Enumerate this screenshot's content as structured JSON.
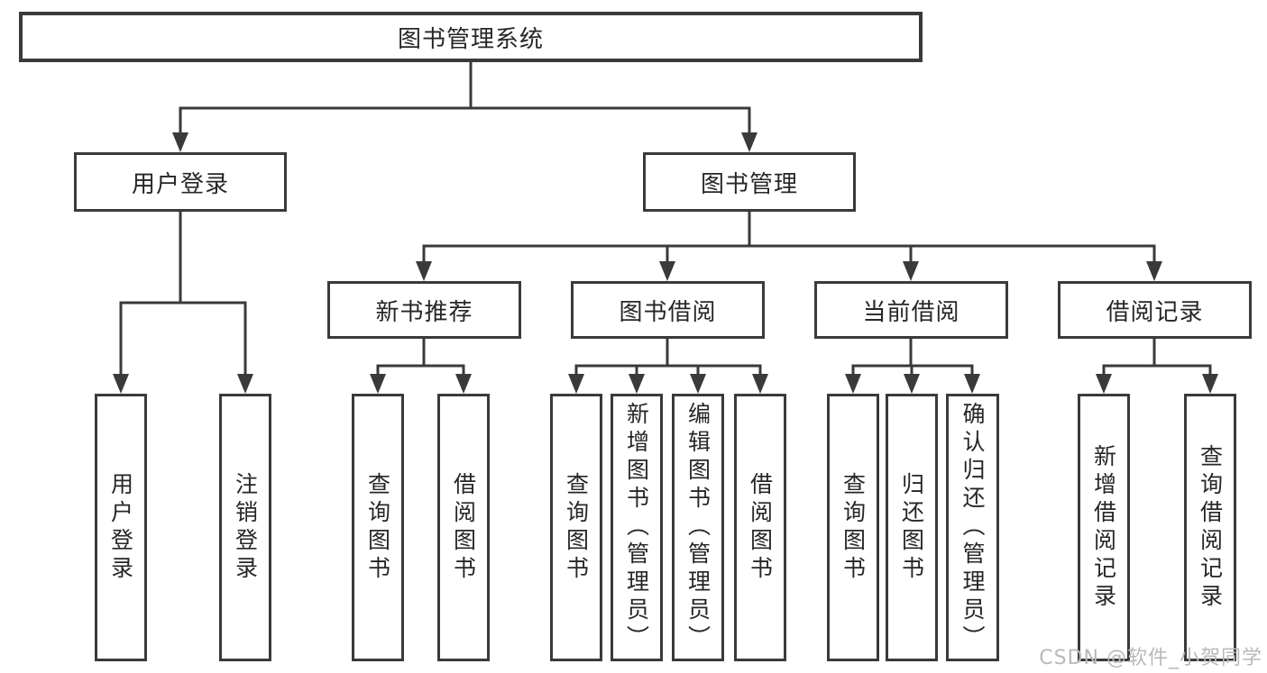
{
  "colors": {
    "line": "#3a3a3a",
    "text": "#262626",
    "watermark": "#b9b9b9",
    "background": "#ffffff"
  },
  "watermark": {
    "text": "CSDN @软件_小贺同学"
  },
  "tree": {
    "label": "图书管理系统",
    "children": [
      {
        "label": "用户登录",
        "children": [
          {
            "label": "用户登录"
          },
          {
            "label": "注销登录"
          }
        ]
      },
      {
        "label": "图书管理",
        "children": [
          {
            "label": "新书推荐",
            "children": [
              {
                "label": "查询图书"
              },
              {
                "label": "借阅图书"
              }
            ]
          },
          {
            "label": "图书借阅",
            "children": [
              {
                "label": "查询图书"
              },
              {
                "label": "新增图书（管理员）"
              },
              {
                "label": "编辑图书（管理员）"
              },
              {
                "label": "借阅图书"
              }
            ]
          },
          {
            "label": "当前借阅",
            "children": [
              {
                "label": "查询图书"
              },
              {
                "label": "归还图书"
              },
              {
                "label": "确认归还（管理员）"
              }
            ]
          },
          {
            "label": "借阅记录",
            "children": [
              {
                "label": "新增借阅记录"
              },
              {
                "label": "查询借阅记录"
              }
            ]
          }
        ]
      }
    ]
  }
}
